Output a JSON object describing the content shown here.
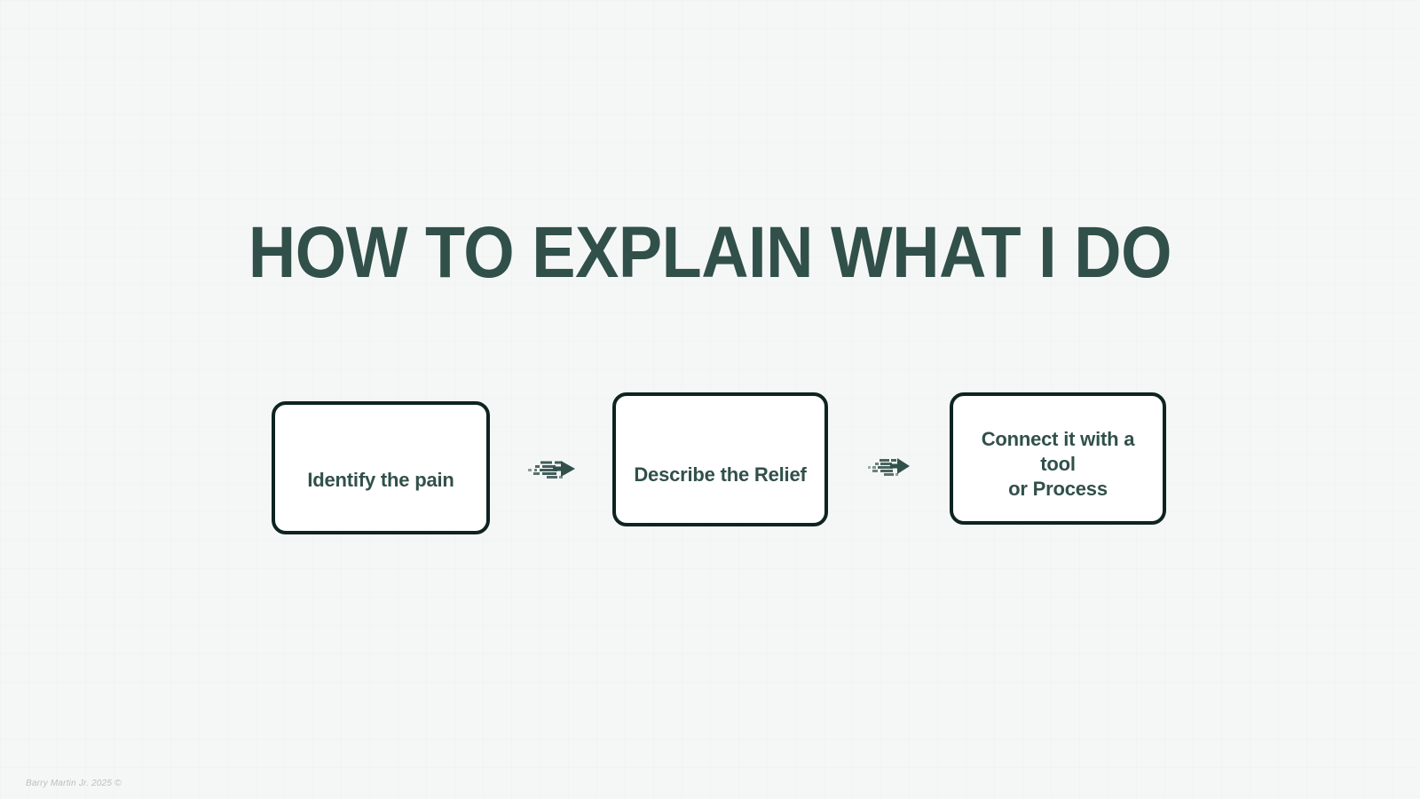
{
  "slide": {
    "background_color": "#f5f7f6",
    "title": "HOW TO EXPLAIN WHAT I DO",
    "title_color": "#31504a",
    "footer": "Barry Martin Jr. 2025 ©",
    "footer_color": "#b9bfbd"
  },
  "flow": {
    "box_border_color": "#0d2420",
    "box_fill_color": "#ffffff",
    "box_text_color": "#31504a",
    "arrow_color": "#31504a",
    "steps": [
      {
        "label": "Identify the pain"
      },
      {
        "label": "Describe the Relief"
      },
      {
        "label": "Connect it with a tool\nor Process"
      }
    ],
    "connectors": [
      {
        "name": "speed-arrow-right"
      },
      {
        "name": "speed-arrow-right"
      }
    ]
  }
}
